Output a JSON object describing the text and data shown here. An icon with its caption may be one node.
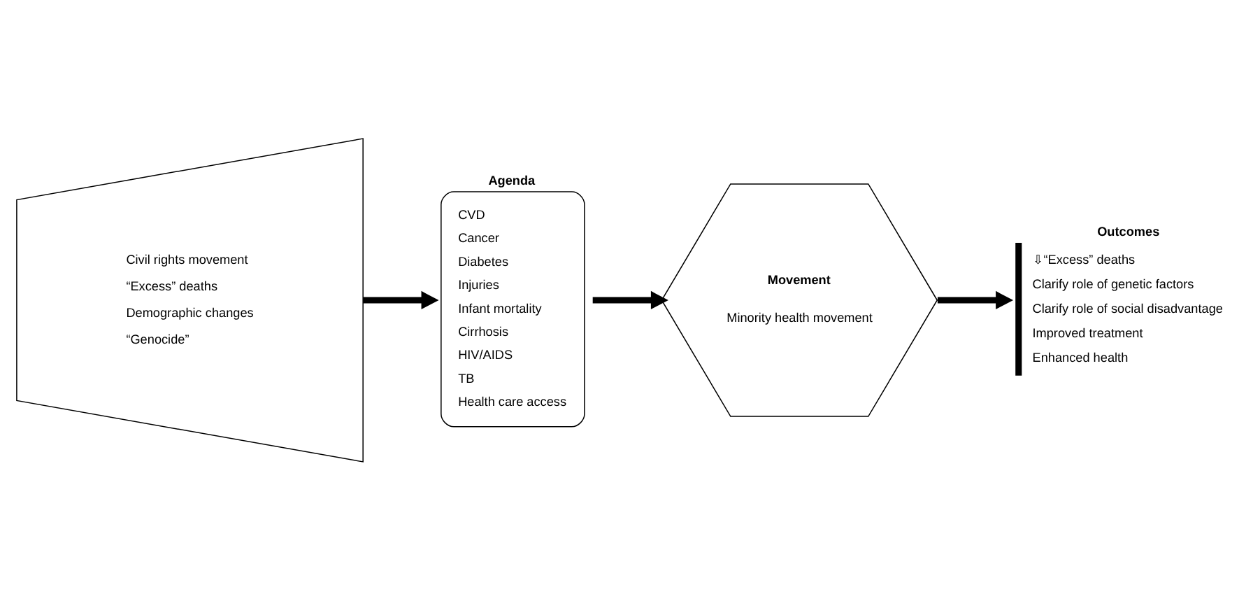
{
  "diagram": {
    "nodes": [
      {
        "text": [
          "Civil rights movement",
          "“Excess” deaths",
          "Demographic changes",
          "“Genocide”"
        ]
      },
      {
        "text": [
          "Agenda",
          "CVD",
          "Cancer",
          "Diabetes",
          "Injuries",
          "Infant mortality",
          "Cirrhosis",
          "HIV/AIDS",
          "TB",
          "Health care access"
        ]
      },
      {
        "text": [
          "Movement",
          "Minority health movement"
        ]
      },
      {
        "text": [
          "Outcomes",
          "⇩“Excess” deaths",
          "Clarify role of genetic factors",
          "Clarify role of social disadvantage",
          "Improved treatment",
          "Enhanced health"
        ]
      }
    ],
    "edges": [
      {
        "from": 0,
        "to": 1,
        "arrow": "to"
      },
      {
        "from": 1,
        "to": 2,
        "arrow": "to"
      },
      {
        "from": 2,
        "to": 3,
        "arrow": "to"
      }
    ]
  }
}
